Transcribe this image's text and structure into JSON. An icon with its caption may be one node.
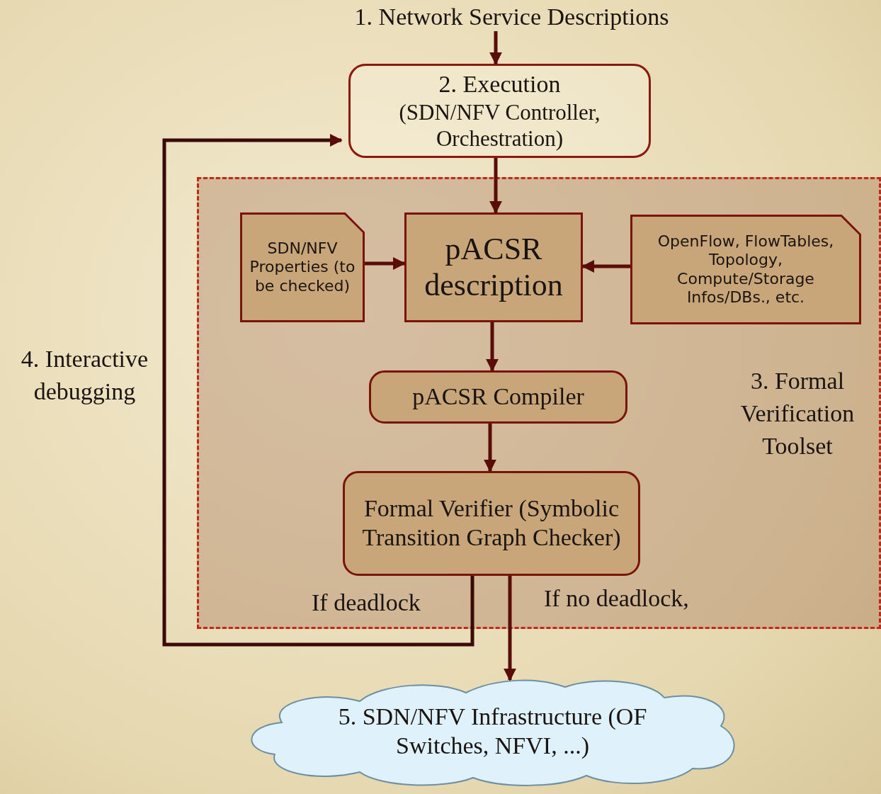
{
  "diagram": {
    "nodes": [
      {
        "text": [
          "1. Network Service Descriptions"
        ]
      },
      {
        "text": [
          "2. Execution",
          "(SDN/NFV Controller, Orchestration)"
        ]
      },
      {
        "text": [
          "3. Formal Verification Toolset"
        ]
      },
      {
        "text": [
          "SDN/NFV Properties (to be checked)"
        ],
        "in": 2
      },
      {
        "text": [
          "pACSR description"
        ],
        "in": 2
      },
      {
        "text": [
          "OpenFlow, FlowTables, Topology, Compute/Storage Infos/DBs., etc."
        ],
        "in": 2
      },
      {
        "text": [
          "pACSR Compiler"
        ],
        "in": 2
      },
      {
        "text": [
          "Formal Verifier (Symbolic Transition Graph Checker)"
        ],
        "in": 2
      },
      {
        "text": [
          "5. SDN/NFV Infrastructure (OF Switches, NFVI, ...)"
        ]
      }
    ],
    "edges": [
      {
        "from": 0,
        "to": 1,
        "arrow": "to"
      },
      {
        "from": 1,
        "to": 4,
        "arrow": "to"
      },
      {
        "from": 3,
        "to": 4,
        "arrow": "to"
      },
      {
        "from": 5,
        "to": 4,
        "arrow": "to"
      },
      {
        "from": 4,
        "to": 6,
        "arrow": "to"
      },
      {
        "from": 6,
        "to": 7,
        "arrow": "to"
      },
      {
        "from": 7,
        "to": 1,
        "arrow": "to",
        "label": "If deadlock"
      },
      {
        "from": 7,
        "to": 8,
        "arrow": "to",
        "label": "If no deadlock,"
      }
    ],
    "labels": [
      "4. Interactive debugging"
    ]
  }
}
